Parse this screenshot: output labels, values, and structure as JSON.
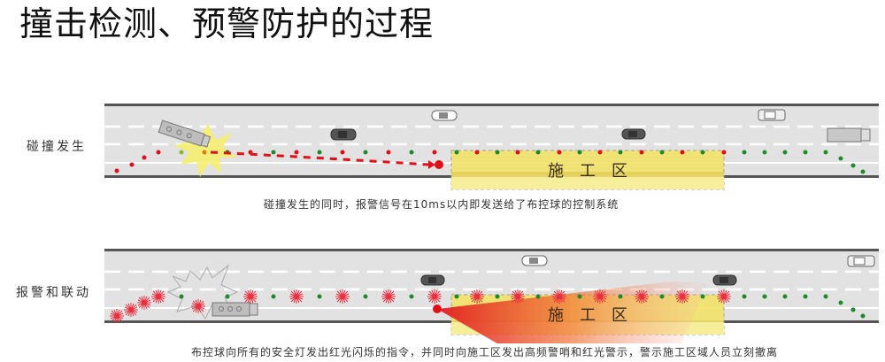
{
  "title": "撞击检测、预警防护的过程",
  "stages": [
    {
      "label": "碰撞发生",
      "caption": "碰撞发生的同时，报警信号在10ms以内即发送给了布控球的控制系统",
      "zone_label": "施　工　区"
    },
    {
      "label": "报警和联动",
      "caption": "布控球向所有的安全灯发出红光闪烁的指令，并同时向施工区发出高频警哨和红光警示，警示施工区域人员立刻撤离",
      "zone_label": "施　工　区"
    }
  ],
  "colors": {
    "road": "#e2e2e2",
    "road_edge": "#555555",
    "lane_marking": "#ffffff",
    "zone_fill": "#f3e36a",
    "zone_border": "#9a9a9a",
    "light_red": "#e0101a",
    "light_green": "#1f8a2a",
    "signal_arrow": "#e0101a",
    "impact_burst": "#f6ef6a"
  },
  "icons": {
    "control_ball": "red-circle",
    "safety_light_on": "red-dot",
    "safety_light_off": "green-dot",
    "flashing_light": "red-starburst",
    "vehicle": "car-topview",
    "truck": "truck-topview"
  }
}
